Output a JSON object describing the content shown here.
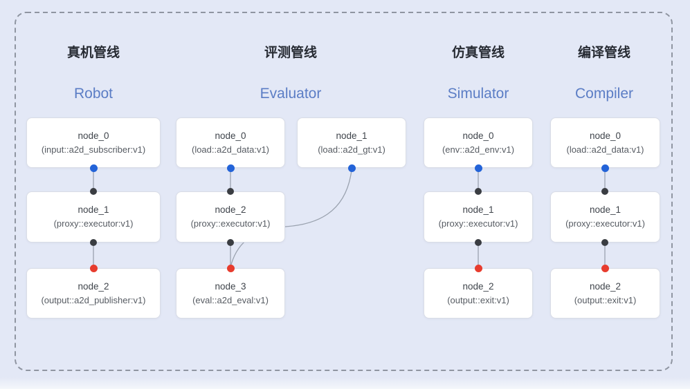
{
  "pipelines": [
    {
      "title_zh": "真机管线",
      "title_en": "Robot",
      "nodes": [
        {
          "name": "node_0",
          "type": "(input::a2d_subscriber:v1)"
        },
        {
          "name": "node_1",
          "type": "(proxy::executor:v1)"
        },
        {
          "name": "node_2",
          "type": "(output::a2d_publisher:v1)"
        }
      ]
    },
    {
      "title_zh": "评测管线",
      "title_en": "Evaluator",
      "nodes": [
        {
          "name": "node_0",
          "type": "(load::a2d_data:v1)"
        },
        {
          "name": "node_1",
          "type": "(load::a2d_gt:v1)"
        },
        {
          "name": "node_2",
          "type": "(proxy::executor:v1)"
        },
        {
          "name": "node_3",
          "type": "(eval::a2d_eval:v1)"
        }
      ]
    },
    {
      "title_zh": "仿真管线",
      "title_en": "Simulator",
      "nodes": [
        {
          "name": "node_0",
          "type": "(env::a2d_env:v1)"
        },
        {
          "name": "node_1",
          "type": "(proxy::executor:v1)"
        },
        {
          "name": "node_2",
          "type": "(output::exit:v1)"
        }
      ]
    },
    {
      "title_zh": "编译管线",
      "title_en": "Compiler",
      "nodes": [
        {
          "name": "node_0",
          "type": "(load::a2d_data:v1)"
        },
        {
          "name": "node_1",
          "type": "(proxy::executor:v1)"
        },
        {
          "name": "node_2",
          "type": "(output::exit:v1)"
        }
      ]
    }
  ],
  "colors": {
    "background": "#e3e8f6",
    "frame_dash": "#8f95a1",
    "node_background": "#ffffff",
    "node_border": "#d9dde6",
    "node_title_text": "#3f444b",
    "node_subtitle_text": "#565b62",
    "pipeline_title_zh": "#272b33",
    "pipeline_title_en": "#5b7dc5",
    "edge": "#9aa2af",
    "port_dot_blue": "#2363d8",
    "port_dot_dark": "#3a3d42",
    "port_dot_red": "#e73c2e"
  }
}
